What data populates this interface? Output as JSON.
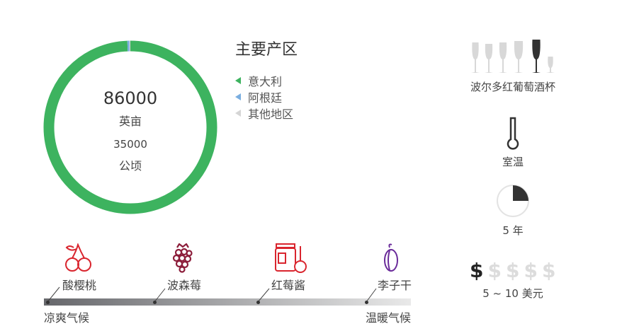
{
  "region": {
    "title": "主要产区",
    "area_acres": "86000",
    "acres_unit": "英亩",
    "area_hectares": "35000",
    "hectares_unit": "公顷",
    "legend": [
      {
        "label": "意大利",
        "color": "#3db35f",
        "share": 99.4
      },
      {
        "label": "阿根廷",
        "color": "#7aaee0",
        "share": 0.4
      },
      {
        "label": "其他地区",
        "color": "#d5d5d5",
        "share": 0.2
      }
    ]
  },
  "flavors": [
    {
      "label": "酸樱桃",
      "icon": "cherry-icon"
    },
    {
      "label": "波森莓",
      "icon": "boysenberry-icon"
    },
    {
      "label": "红莓酱",
      "icon": "jam-icon"
    },
    {
      "label": "李子干",
      "icon": "plum-icon"
    }
  ],
  "climate": {
    "cool": "凉爽气候",
    "warm": "温暖气候"
  },
  "glass": {
    "label": "波尔多红葡萄酒杯",
    "selected_index": 4
  },
  "serving": {
    "label": "室温"
  },
  "aging": {
    "label": "5 年",
    "fraction": 0.25
  },
  "price": {
    "label": "5 ~ 10 美元",
    "level": 1,
    "max": 5,
    "symbol": "$"
  }
}
